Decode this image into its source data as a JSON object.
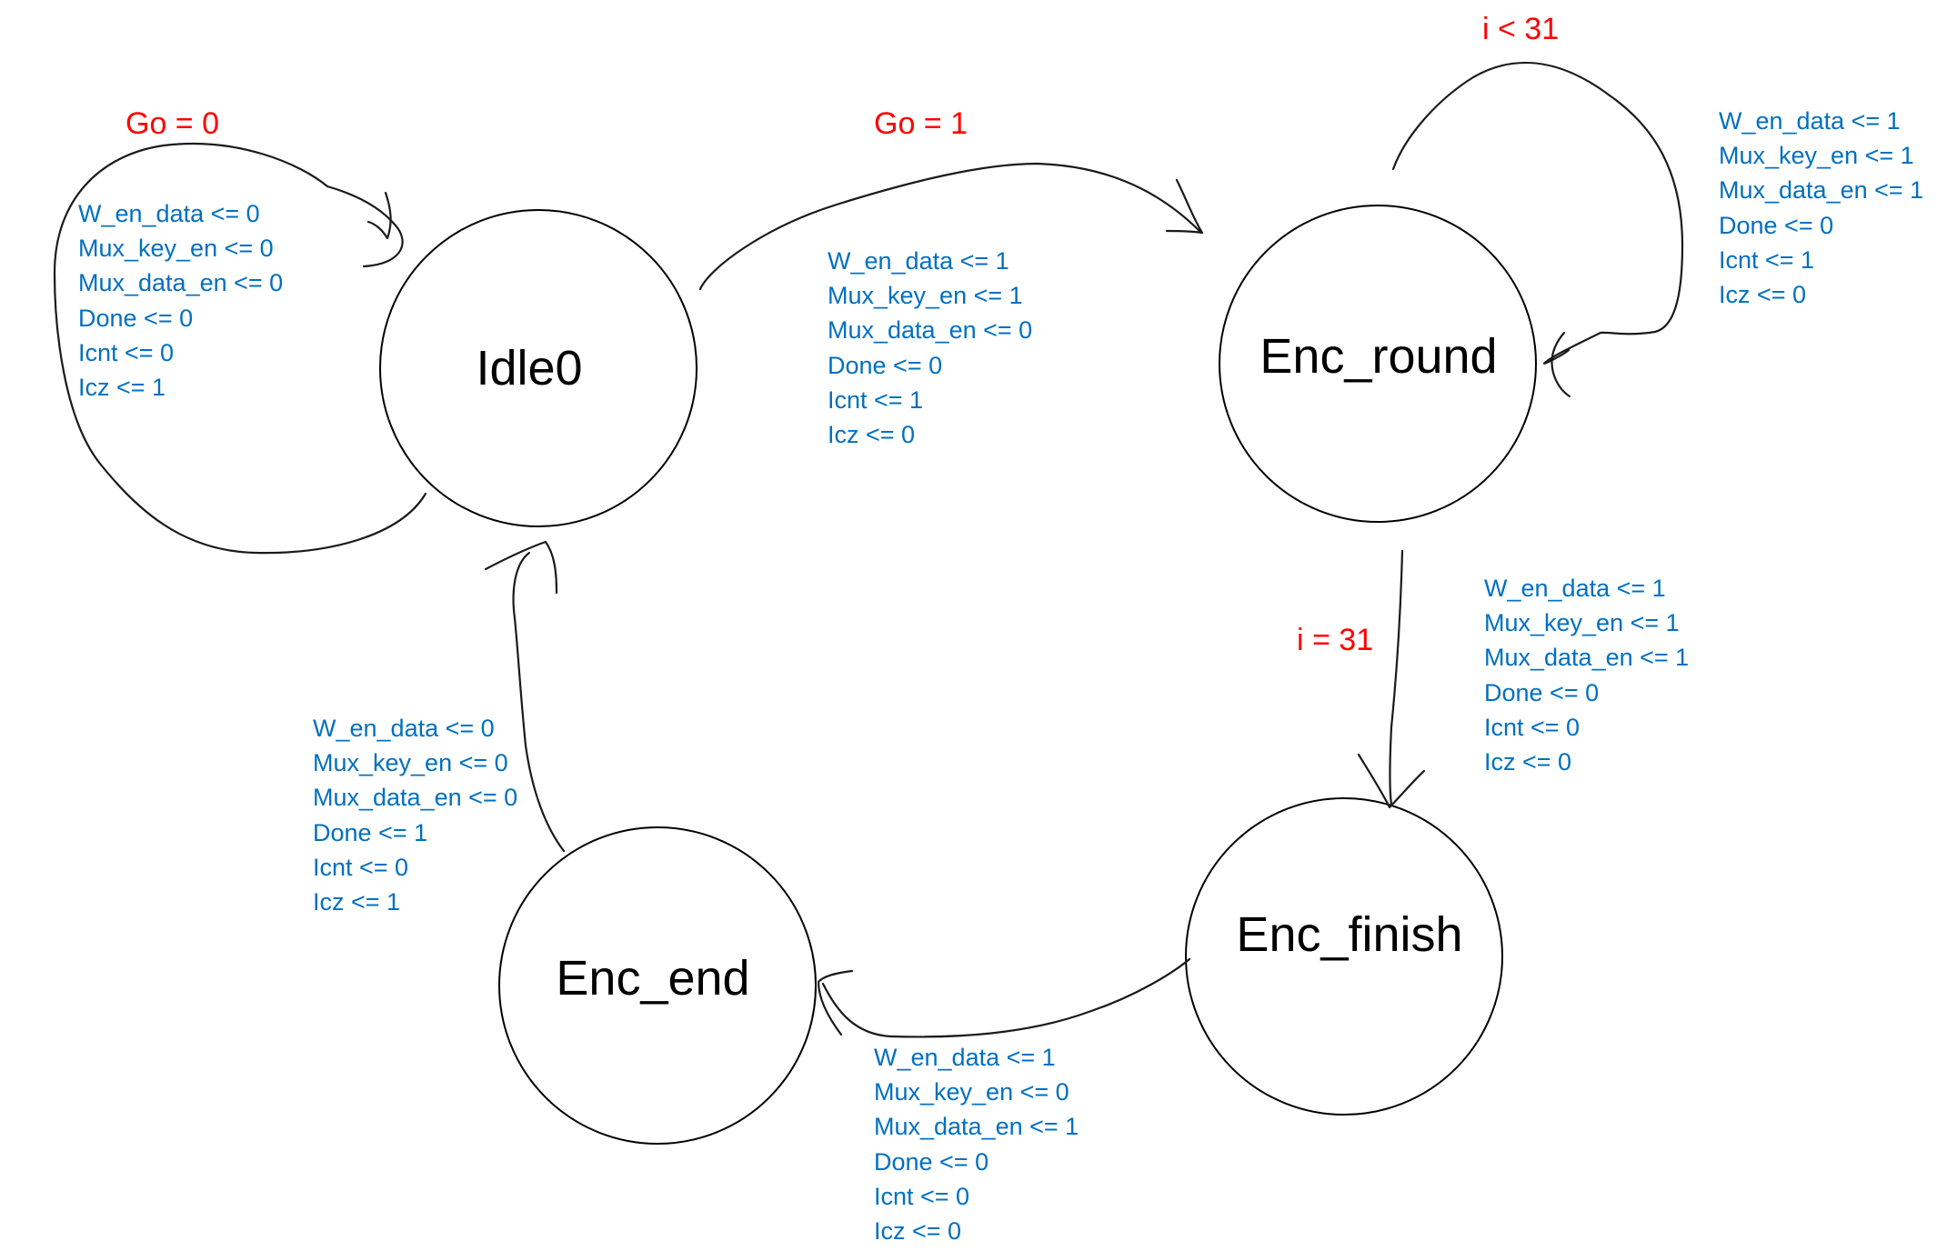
{
  "colors": {
    "state_outline": "#000000",
    "condition": "#ff0000",
    "action": "#0070c0",
    "arrow": "#1a1a1a"
  },
  "states": {
    "idle0": "Idle0",
    "enc_round": "Enc_round",
    "enc_finish": "Enc_finish",
    "enc_end": "Enc_end"
  },
  "transitions": {
    "idle_self": {
      "condition": "Go = 0",
      "actions": [
        "W_en_data <= 0",
        "Mux_key_en <= 0",
        "Mux_data_en <= 0",
        "Done <= 0",
        "Icnt <= 0",
        "Icz <= 1"
      ]
    },
    "idle_to_round": {
      "condition": "Go = 1",
      "actions": [
        "W_en_data <= 1",
        "Mux_key_en <= 1",
        "Mux_data_en <= 0",
        "Done <= 0",
        "Icnt <= 1",
        "Icz <= 0"
      ]
    },
    "round_self": {
      "condition": "i < 31",
      "actions": [
        "W_en_data <= 1",
        "Mux_key_en <= 1",
        "Mux_data_en <= 1",
        "Done <= 0",
        "Icnt <= 1",
        "Icz <= 0"
      ]
    },
    "round_to_finish": {
      "condition": "i = 31",
      "actions": [
        "W_en_data <= 1",
        "Mux_key_en <= 1",
        "Mux_data_en <= 1",
        "Done <= 0",
        "Icnt <= 0",
        "Icz <= 0"
      ]
    },
    "finish_to_end": {
      "actions": [
        "W_en_data <= 1",
        "Mux_key_en <= 0",
        "Mux_data_en <= 1",
        "Done <= 0",
        "Icnt <= 0",
        "Icz <= 0"
      ]
    },
    "end_to_idle": {
      "actions": [
        "W_en_data <= 0",
        "Mux_key_en <= 0",
        "Mux_data_en <= 0",
        "Done <= 1",
        "Icnt <= 0",
        "Icz <= 1"
      ]
    }
  }
}
